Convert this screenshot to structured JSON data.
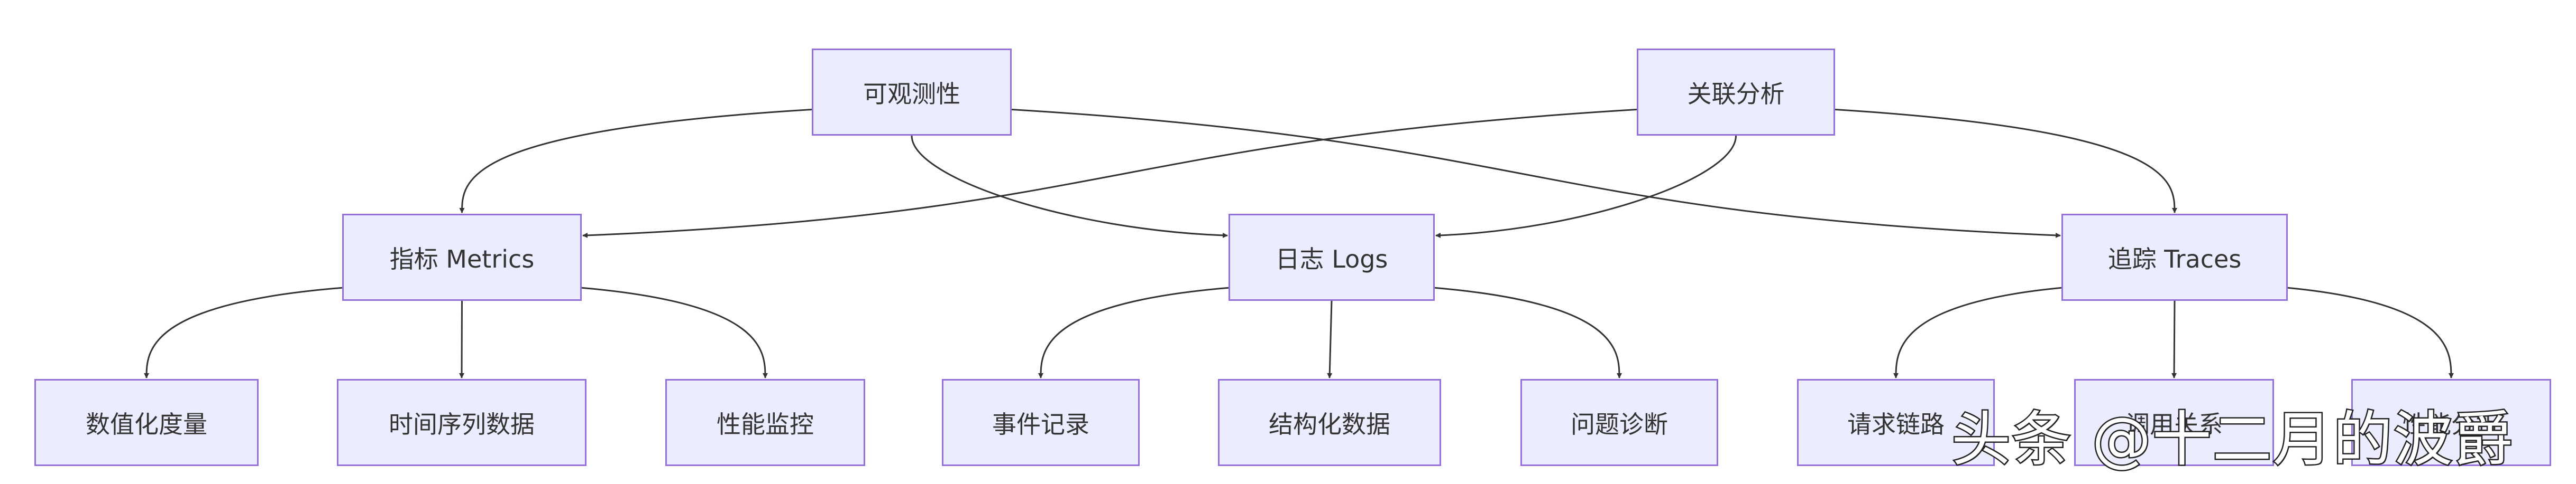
{
  "colors": {
    "node_fill": "#ececff",
    "node_stroke": "#9370db",
    "edge": "#333333",
    "text": "#333333"
  },
  "nodes": {
    "observability": "可观测性",
    "correlation": "关联分析",
    "metrics": "指标 Metrics",
    "logs": "日志 Logs",
    "traces": "追踪 Traces",
    "numeric": "数值化度量",
    "timeseries": "时间序列数据",
    "perf": "性能监控",
    "events": "事件记录",
    "structured": "结构化数据",
    "diagnosis": "问题诊断",
    "request_chain": "请求链路",
    "call_relation": "调用关系",
    "perf_analysis": "性能分析"
  },
  "edges": [
    [
      "observability",
      "metrics"
    ],
    [
      "observability",
      "logs"
    ],
    [
      "observability",
      "traces"
    ],
    [
      "correlation",
      "metrics"
    ],
    [
      "correlation",
      "logs"
    ],
    [
      "correlation",
      "traces"
    ],
    [
      "metrics",
      "numeric"
    ],
    [
      "metrics",
      "timeseries"
    ],
    [
      "metrics",
      "perf"
    ],
    [
      "logs",
      "events"
    ],
    [
      "logs",
      "structured"
    ],
    [
      "logs",
      "diagnosis"
    ],
    [
      "traces",
      "request_chain"
    ],
    [
      "traces",
      "call_relation"
    ],
    [
      "traces",
      "perf_analysis"
    ]
  ],
  "watermark": "头条 @十二月的波爵"
}
